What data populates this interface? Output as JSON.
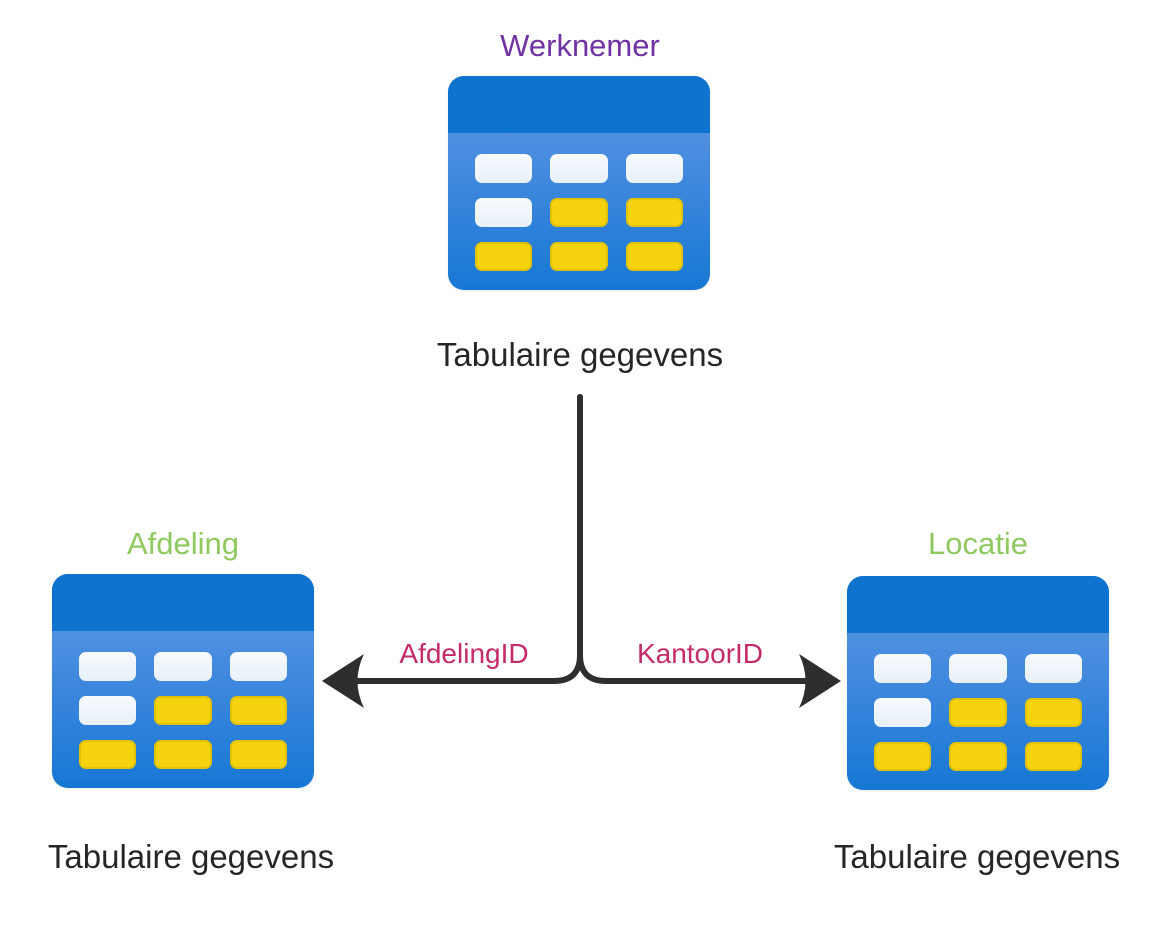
{
  "diagram": {
    "title_note": "entity relation diagram with three table icons",
    "colors": {
      "background": "#ffffff",
      "table_header": "#0d73ce",
      "table_body_top": "#639ae4",
      "table_body_bottom": "#1678d4",
      "cell_white": "#eef4fb",
      "cell_yellow": "#f5d40f",
      "connector": "#2e2e2e",
      "entity_purple": "#7133a3",
      "entity_green": "#8ec95f",
      "key_pink": "#c52a6a",
      "caption_dark": "#262626"
    },
    "icon": {
      "name": "table-icon",
      "cell_rows": [
        [
          "white",
          "white",
          "white"
        ],
        [
          "white",
          "yellow",
          "yellow"
        ],
        [
          "yellow",
          "yellow",
          "yellow"
        ]
      ]
    },
    "nodes": {
      "werknemer": {
        "title": "Werknemer",
        "caption": "Tabulaire gegevens"
      },
      "afdeling": {
        "title": "Afdeling",
        "caption": "Tabulaire gegevens"
      },
      "locatie": {
        "title": "Locatie",
        "caption": "Tabulaire gegevens"
      }
    },
    "edges": {
      "left_key": "AfdelingID",
      "right_key": "KantoorID"
    }
  }
}
